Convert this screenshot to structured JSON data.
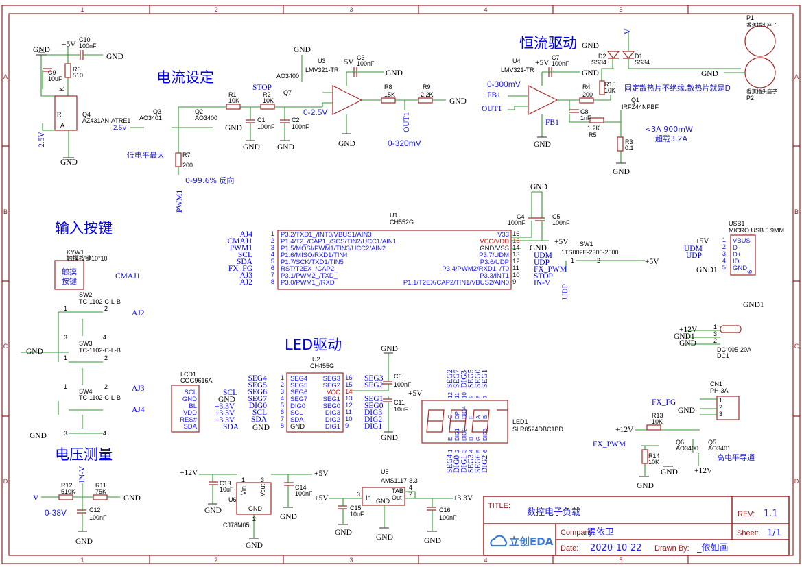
{
  "frame": {
    "cols": [
      "1",
      "2",
      "3",
      "4",
      "5"
    ],
    "rows": [
      "A",
      "B",
      "C",
      "D"
    ]
  },
  "title_block": {
    "title_label": "TITLE:",
    "title": "数控电子负载",
    "rev_label": "REV:",
    "rev": "1.1",
    "company_label": "Company:",
    "company": "锦依卫",
    "sheet_label": "Sheet:",
    "sheet": "1/1",
    "date_label": "Date:",
    "date": "2020-10-22",
    "drawn_label": "Drawn By:",
    "drawn_by": "_依如画",
    "logo": "立创EDA"
  },
  "colors": {
    "frame": "#a02020",
    "wire": "#2f9a2f",
    "part": "#a52a2a",
    "net_label": "#0000ff",
    "power_pin": "#ff0000"
  },
  "current_set": [
    "GND",
    "+5V",
    "C10",
    "100nF",
    "GND",
    "C9",
    "10uF",
    "R6",
    "510",
    "Q4",
    "AZ431AN-ATRE1",
    "2.5V",
    "GND",
    "2.5V",
    "Q3",
    "AO3401",
    "Q2",
    "AO3400",
    "GND",
    "电流设定",
    "R1",
    "10K",
    "R2",
    "10K",
    "C1",
    "100nF",
    "C2",
    "100nF",
    "GND",
    "GND",
    "低电平最大",
    "R7",
    "200",
    "PWM1",
    "0-99.6% 反向",
    "R",
    "K",
    "A"
  ],
  "current_amp": [
    "GND",
    "U3",
    "LMV321-TR",
    "AO3400",
    "Q7",
    "STOP",
    "0-2.5V",
    "+5V",
    "C3",
    "100nF",
    "GND",
    "R8",
    "15K",
    "R9",
    "2.2K",
    "GND",
    "OUT1",
    "0-320mV",
    "GND"
  ],
  "cc_driver": [
    "恒流驱动",
    "U4",
    "LMV321-TR",
    "+5V",
    "C7",
    "100nF",
    "GND",
    "0-300mV",
    "FB1",
    "OUT1",
    "R4",
    "200",
    "R15",
    "10K",
    "C8",
    "1nF",
    "FB1",
    "1.2K",
    "R5",
    "Q1",
    "IRFZ44NPBF",
    "R3",
    "0.1",
    "GND",
    "GND",
    "D2",
    "SS34",
    "D1",
    "SS34",
    "V",
    "GND",
    "GND",
    "固定散热片不绝缘,散热片就是D",
    "<3A 900mW",
    "超载3.2A",
    "P1",
    "香蕉插头座子",
    "P2",
    "香蕉插头座子"
  ],
  "mcu": {
    "ref": "U1",
    "part": "CH552G",
    "left_pins": [
      "P3.2/TXD1_/INT0/VBUS1/AIN3",
      "P1.4/T2_/CAP1_/SCS/TIN2/UCC1/AIN1",
      "P1.5/MOSI/PWM1/TIN3/UCC2/AIN2",
      "P1.6/MISO/RXD1/TIN4",
      "P1.7/SCK/TXD1/TIN5",
      "RST/T2EX_/CAP2_",
      "P3.1/PWM2_/TXD_",
      "P3.0/PWM1_/RXD"
    ],
    "right_pins": [
      "V33",
      "VCC/VDD",
      "GND/VSS",
      "P3.7/UDM",
      "P3.6/UDP",
      "P3.4/PWM2/RXD1_/T0",
      "P3.3/INT1",
      "P1.1/T2EX/CAP2/TIN1/VBUS2/AIN0"
    ],
    "left_nums": [
      "1",
      "2",
      "3",
      "4",
      "5",
      "6",
      "7",
      "8"
    ],
    "right_nums": [
      "16",
      "15",
      "14",
      "13",
      "12",
      "11",
      "10",
      "9"
    ],
    "left_nets": [
      "AJ4",
      "CMAJ1",
      "PWM1",
      "SCL",
      "SDA",
      "FX_FG",
      "AJ3",
      "AJ2"
    ],
    "right_nets": [
      "GND",
      "UDM",
      "UDP",
      "FX_PWM",
      "STOP",
      "IN-V"
    ],
    "others": [
      "C4",
      "100nF",
      "C5",
      "100nF",
      "+5V",
      "GND",
      "SW1",
      "1TS002E-2300-2500",
      "+5V",
      "UDP",
      "1",
      "2"
    ]
  },
  "usb": {
    "ref": "USB1",
    "part": "MICRO USB 5.9MM",
    "pins": [
      "VBUS",
      "D-",
      "D+",
      "ID",
      "GND"
    ],
    "nums": [
      "1",
      "2",
      "3",
      "4",
      "5",
      "6"
    ],
    "nets": [
      "+5V",
      "UDM",
      "UDP",
      "GND1",
      "GND1"
    ]
  },
  "keys": [
    "输入按键",
    "KYW1",
    "触摸按键10*10",
    "触摸",
    "按键",
    "CMAJ1",
    "SW2",
    "TC-1102-C-L-B",
    "AJ2",
    "SW3",
    "TC-1102-C-L-B",
    "GND",
    "SW4",
    "TC-1102-C-L-B",
    "AJ3",
    "AJ4",
    "GND",
    "2",
    "1",
    "3",
    "4",
    "2",
    "1",
    "2",
    "1",
    "3",
    "4"
  ],
  "voltage": [
    "电压测量",
    "R12",
    "510K",
    "R11",
    "75K",
    "IN-V",
    "V",
    "GND",
    "0-38V",
    "C12",
    "100nF",
    "GND"
  ],
  "led_driver": {
    "heading": "LED驱动",
    "ref": "U2",
    "part": "CH455G",
    "left_pins": [
      "SEG4",
      "SEG5",
      "SEG6",
      "SEG7",
      "DIG0",
      "SCL",
      "SDA",
      "GND"
    ],
    "right_pins": [
      "SEG3",
      "SEG2",
      "VCC",
      "SEG1",
      "SEG0",
      "DIG3",
      "DIG2",
      "DIG1"
    ],
    "left_nums": [
      "1",
      "2",
      "3",
      "4",
      "5",
      "6",
      "7",
      "8"
    ],
    "right_nums": [
      "16",
      "15",
      "14",
      "13",
      "12",
      "11",
      "10",
      "9"
    ],
    "left_nets": [
      "SEG4",
      "SEG5",
      "SEG6",
      "SEG7",
      "DIG0",
      "SCL",
      "SDA",
      "GND"
    ],
    "right_nets": [
      "SEG3",
      "SEG2",
      "+5V",
      "SEG1",
      "SEG0",
      "DIG3",
      "DIG2",
      "DIG1"
    ],
    "others": [
      "C6",
      "100nF",
      "C11",
      "10uF",
      "GND",
      "GND"
    ]
  },
  "lcd": {
    "ref": "LCD1",
    "part": "COG9616A",
    "pins": [
      "SCL",
      "GND",
      "BL",
      "VDD",
      "RES#",
      "SDA"
    ],
    "nets": [
      "SCL",
      "GND",
      "+3.3V",
      "+3.3V",
      "+3.3V",
      "SDA"
    ]
  },
  "display": {
    "ref": "LED1",
    "part": "SLR0524DBC1BD",
    "top_nets": [
      "SEG2",
      "SEG7",
      "DIG3",
      "SEG5",
      "SEG0",
      "SEG1"
    ],
    "top_nums": [
      "12",
      "11",
      "10",
      "9",
      "8",
      "7"
    ],
    "top_pins": [
      "C",
      "DP",
      "DIG4",
      "F",
      "A",
      "B"
    ],
    "bottom_nets": [
      "SEG4",
      "DIG0",
      "DIG1",
      "SEG3",
      "SEG6",
      "DIG2"
    ],
    "bottom_nums": [
      "1",
      "2",
      "3",
      "4",
      "5",
      "6"
    ],
    "bottom_pins": [
      "E",
      "DIG1",
      "DIG2",
      "D",
      "G",
      "DIG3"
    ]
  },
  "power": [
    "+12V",
    "C13",
    "10uF",
    "U6",
    "Vin",
    "GND",
    "Vout",
    "CJ78M05",
    "+5V",
    "C14",
    "100nF",
    "GND",
    "GND",
    "GND",
    "U5",
    "AMS1117-3.3",
    "In",
    "GND",
    "TAB",
    "Out",
    "+5V",
    "+3.3V",
    "C15",
    "10uF",
    "C16",
    "100nF",
    "GND",
    "GND",
    "GND",
    "1",
    "3",
    "2",
    "3",
    "4",
    "2"
  ],
  "fan": [
    "+12V",
    "GND1",
    "GND",
    "DC-005-20A",
    "DC1",
    "CN1",
    "PH-3A",
    "FX_FG",
    "GND",
    "R13",
    "10K",
    "+12V",
    "FX_PWM",
    "Q6",
    "AO3400",
    "Q5",
    "AO3401",
    "R14",
    "10K",
    "GND",
    "GND",
    "+12V",
    "高电平导通",
    "1",
    "3",
    "2",
    "1",
    "2",
    "3"
  ]
}
